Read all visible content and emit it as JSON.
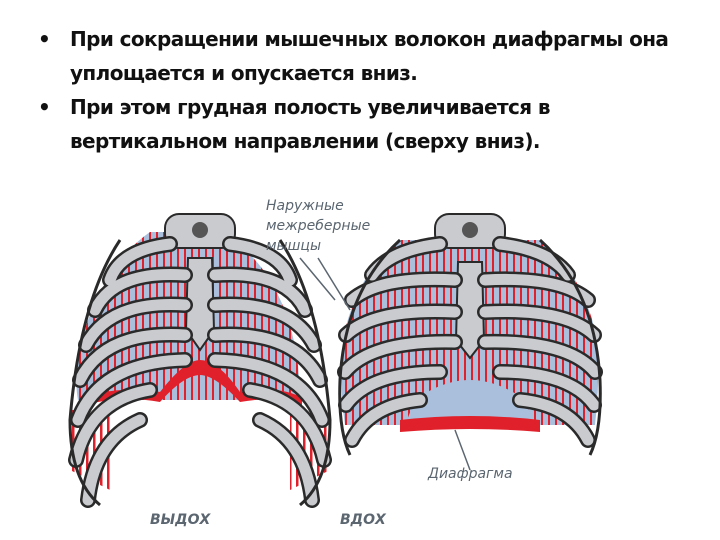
{
  "bullets": [
    "При сокращении мышечных волокон диафрагмы она уплощается и опускается вниз.",
    "При этом грудная полость увеличивается в вертикальном направлении (сверху вниз)."
  ],
  "figure": {
    "label_muscles": [
      "Наружные",
      "межреберные",
      "мышцы"
    ],
    "label_diaphragm": "Диафрагма",
    "label_exhale": "ВЫДОХ",
    "label_inhale": "ВДОХ"
  },
  "colors": {
    "bone": "#c9cbcf",
    "bone_outline": "#2a2a2a",
    "lung": "#a9bfdc",
    "muscle": "#e0202a",
    "label": "#5b6670"
  }
}
